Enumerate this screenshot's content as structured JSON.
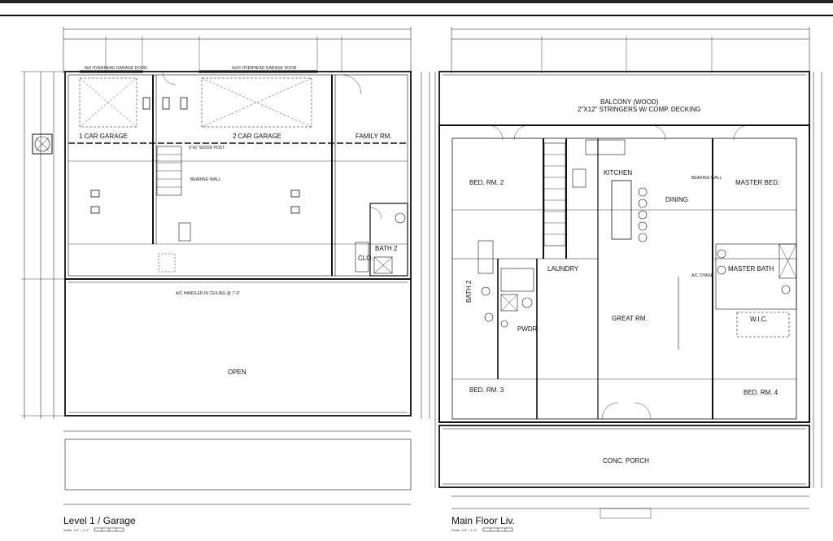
{
  "plans": {
    "level1": {
      "title": "Level 1 / Garage",
      "scale": "Scale: 1/4\" = 1'-0\"",
      "rooms": {
        "car1": "1 CAR GARAGE",
        "car2": "2 CAR GARAGE",
        "family": "FAMILY RM.",
        "bath": "BATH 2",
        "clo": "CLO.",
        "open": "OPEN"
      },
      "notes": {
        "door1": "8x9 OVERHEAD GARAGE DOOR",
        "door2": "9x16 OVERHEAD GARAGE DOOR",
        "post": "6\"x6\" WOOD POST",
        "handler": "A/C HANDLER IN CEILING @ 7'-0\"",
        "bearing": "BEARING WALL"
      }
    },
    "main": {
      "title": "Main Floor Liv.",
      "scale": "Scale: 1/4\" = 1'-0\"",
      "rooms": {
        "balcony": "BALCONY (WOOD)",
        "balcony_sub": "2\"X12\" STRINGERS W/ COMP. DECKING",
        "kitchen": "KITCHEN",
        "dining": "DINING",
        "bed2": "BED. RM. 2",
        "master_bed": "MASTER BED.",
        "laundry": "LAUNDRY",
        "bath2": "BATH 2",
        "pwdr": "PWDR",
        "great": "GREAT RM.",
        "master_bath": "MASTER BATH",
        "wic": "W.I.C.",
        "bed3": "BED. RM. 3",
        "bed4": "BED. RM. 4",
        "porch": "CONC. PORCH"
      },
      "notes": {
        "bearing": "BEARING WALL",
        "ac": "A/C CHASE"
      }
    }
  },
  "colors": {
    "line": "#111111",
    "dim": "#333333"
  }
}
